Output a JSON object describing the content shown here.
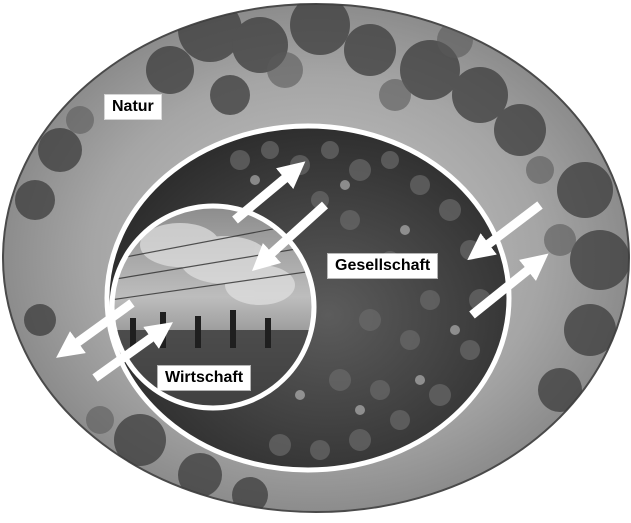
{
  "diagram": {
    "labels": {
      "natur": "Natur",
      "gesellschaft": "Gesellschaft",
      "wirtschaft": "Wirtschaft"
    },
    "rings": [
      {
        "name": "natur-ring",
        "label": "Natur"
      },
      {
        "name": "gesellschaft-ring",
        "label": "Gesellschaft"
      },
      {
        "name": "wirtschaft-ring",
        "label": "Wirtschaft"
      }
    ],
    "arrows": [
      {
        "name": "arrow-wirtschaft-to-gesellschaft"
      },
      {
        "name": "arrow-gesellschaft-to-wirtschaft"
      },
      {
        "name": "arrow-wirtschaft-to-natur"
      },
      {
        "name": "arrow-natur-to-wirtschaft"
      },
      {
        "name": "arrow-natur-to-gesellschaft"
      },
      {
        "name": "arrow-gesellschaft-to-natur"
      }
    ],
    "colors": {
      "ring": "#ffffff",
      "sky": "#9a9a9a",
      "frame": "#5a5a5a",
      "crowd": "#3a3a3a",
      "factory": "#6e6e6e"
    }
  }
}
